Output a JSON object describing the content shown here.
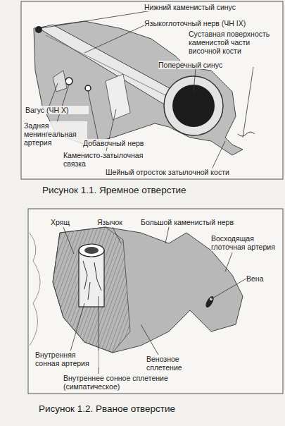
{
  "diagram": {
    "labels": [
      "Нижний каменистый синус",
      "Языкоглоточный нерв (ЧН IX)",
      "Суставная поверхность каменистой части височной кости",
      "Поперечный синус",
      "Вагус (ЧН X)",
      "Задняя менингеальная артерия",
      "Добавочный нерв",
      "Каменисто-затылочная связка",
      "Шейный отросток затылочной кости",
      "Рисунок 1.1. Яремное отверстие",
      "Хрящ",
      "Язычок",
      "Большой каменистый нерв",
      "Восходящая глоточная артерия",
      "Вена",
      "Внутренняя сонная артерия",
      "Внутреннее сонное сплетение (симпатическое)",
      "Венозное сплетение",
      "Рисунок 1.2. Рваное отверстие"
    ]
  }
}
